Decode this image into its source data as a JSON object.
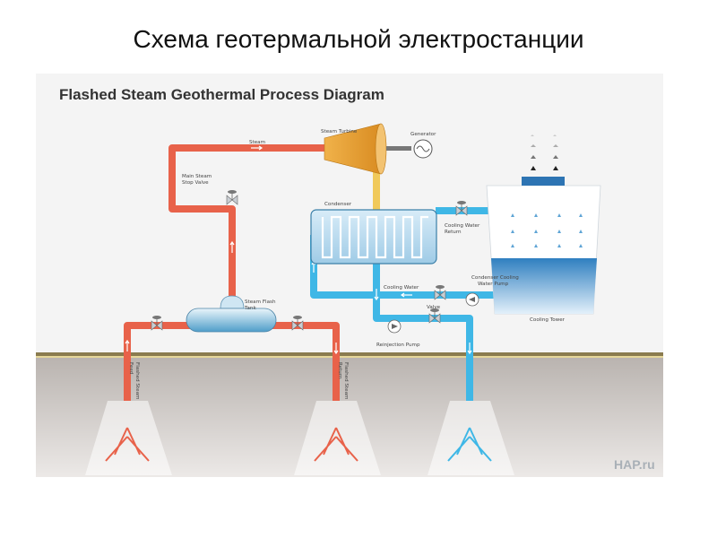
{
  "slide": {
    "title": "Схема геотермальной электростанции"
  },
  "diagram": {
    "title": "Flashed Steam Geothermal Process Diagram",
    "labels": {
      "steam": "Steam",
      "steam_turbine": "Steam Turbine",
      "generator": "Generator",
      "main_steam_stop_valve_1": "Main Steam",
      "main_steam_stop_valve_2": "Stop Valve",
      "condenser": "Condenser",
      "cooling_water_return_1": "Cooling Water",
      "cooling_water_return_2": "Return",
      "steam_flash_tank_1": "Steam Flash",
      "steam_flash_tank_2": "Tank",
      "cooling_water": "Cooling Water",
      "condenser_cooling_pump_1": "Condenser Cooling",
      "condenser_cooling_pump_2": "Water Pump",
      "valve": "Valve",
      "cooling_tower": "Cooling Tower",
      "reinjection_pump": "Reinjection Pump",
      "flashed_steam_feed_1": "Flashed Steam",
      "flashed_steam_feed_2": "Feed",
      "flashed_steam_return_1": "Flashed Steam",
      "flashed_steam_return_2": "Return"
    },
    "watermark": "HAP.ru",
    "colors": {
      "steam_pipe": "#e8624a",
      "water_pipe": "#3fb7e6",
      "condensate_pipe": "#f0c95a",
      "turbine": "#e8a43a",
      "ground": "#cfcac6",
      "background": "#f4f4f4"
    },
    "icons": [
      "valve-icon",
      "generator-icon",
      "pump-icon",
      "flow-arrow-icon"
    ]
  }
}
